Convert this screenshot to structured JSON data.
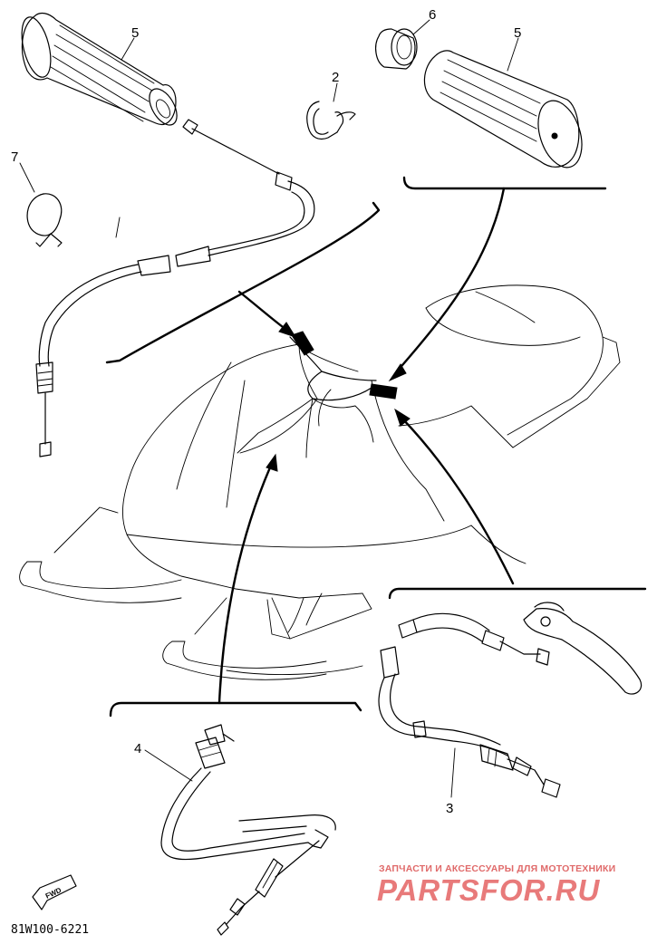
{
  "part_labels": {
    "grip_left": "5",
    "grip_right": "5",
    "grip_collar": "6",
    "clip": "2",
    "band_clip": "7",
    "brake_cable": "3",
    "throttle_cable": "4"
  },
  "diagram_code": "81W100-6221",
  "fwd_marker": "FWD",
  "watermark": {
    "line1": "ЗАПЧАСТИ И АКСЕССУАРЫ ДЛЯ МОТОТЕХНИКИ",
    "line2": "PARTSFOR.RU"
  },
  "colors": {
    "ink": "#000000",
    "background": "#ffffff",
    "watermark": "#e87a7a"
  }
}
